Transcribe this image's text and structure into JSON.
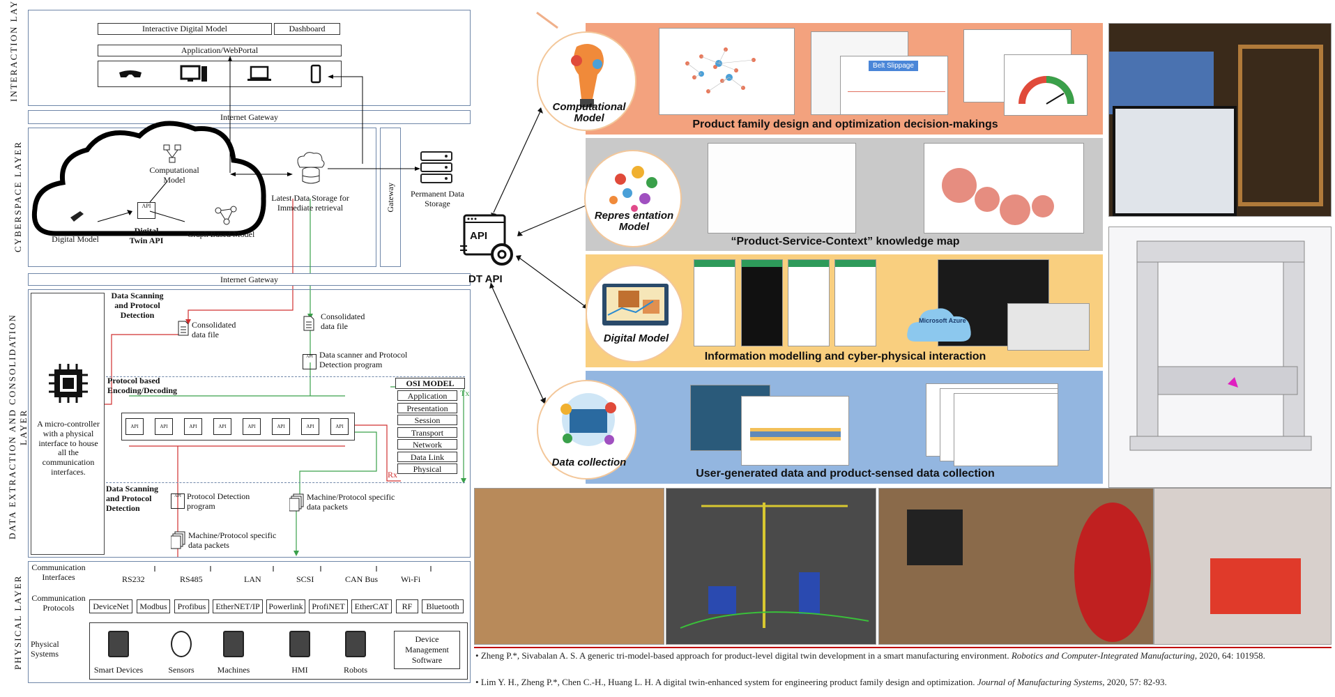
{
  "layers": {
    "interaction": "INTERACTION LAYER",
    "cyberspace": "CYBERSPACE LAYER",
    "data_extraction": "DATA EXTRACTION AND CONSOLIDATION LAYER",
    "physical": "PHYSICAL LAYER"
  },
  "interaction": {
    "model_box": "Interactive Digital Model",
    "dashboard_box": "Dashboard",
    "portal_box": "Application/WebPortal"
  },
  "gateways": {
    "top": "Internet Gateway",
    "bottom": "Internet Gateway",
    "side": "Gateway"
  },
  "cyberspace": {
    "computational_model": "Computational Model",
    "digital_model": "Digital Model",
    "digital_twin_api": "Digital Twin API",
    "graph_model": "Graph Based Model",
    "latest_storage": "Latest Data Storage for Immediate retrieval",
    "permanent_storage": "Permanent Data Storage"
  },
  "extraction": {
    "scan_top_title": "Data Scanning and Protocol Detection",
    "consolidated_1": "Consolidated data file",
    "consolidated_2": "Consolidated data file",
    "scanner_program": "Data scanner and Protocol Detection program",
    "protocol_coding": "Protocol based Encoding/Decoding",
    "microcontroller": "A micro-controller with a physical interface to house all the communication interfaces.",
    "scan_bottom_title": "Data Scanning and Protocol Detection",
    "detection_program": "Protocol Detection program",
    "packets_1": "Machine/Protocol specific data packets",
    "packets_2": "Machine/Protocol specific data packets",
    "tx": "Tx",
    "rx": "Rx",
    "chip_label": "API"
  },
  "osi": {
    "title": "OSI MODEL",
    "layers": [
      "Application",
      "Presentation",
      "Session",
      "Transport",
      "Network",
      "Data Link",
      "Physical"
    ]
  },
  "physical": {
    "comm_interfaces_label": "Communication Interfaces",
    "interfaces": [
      "RS232",
      "RS485",
      "LAN",
      "SCSI",
      "CAN Bus",
      "Wi-Fi"
    ],
    "comm_protocols_label": "Communication Protocols",
    "protocols": [
      "DeviceNet",
      "Modbus",
      "Profibus",
      "EtherNET/IP",
      "Powerlink",
      "ProfiNET",
      "EtherCAT",
      "RF",
      "Bluetooth"
    ],
    "systems_label": "Physical Systems",
    "systems": [
      "Smart Devices",
      "Sensors",
      "Machines",
      "HMI",
      "Robots"
    ],
    "device_mgmt": "Device Management Software"
  },
  "right": {
    "api_center_label": "DT API",
    "api_icon_text": "API",
    "circles": {
      "computational": "Computational Model",
      "representation": "Repres entation Model",
      "digital": "Digital Model",
      "collection": "Data collection"
    },
    "panels": {
      "product_family": "Product family design and optimization decision-makings",
      "knowledge_map": "“Product-Service-Context” knowledge map",
      "info_modelling": "Information modelling and cyber-physical interaction",
      "user_data": "User-generated data and product-sensed data collection"
    },
    "belt_slippage": "Belt Slippage",
    "azure": "Microsoft Azure",
    "colors": {
      "orange_panel": "#f3a27e",
      "gray_panel": "#c9c9c9",
      "yellow_panel": "#f9cf7f",
      "blue_panel": "#93b6e0",
      "red_line": "#c00000"
    }
  },
  "references": {
    "ref1_authors": "Zheng P.*, Sivabalan A. S. A generic tri-model-based approach for product-level digital twin development in a smart manufacturing environment. ",
    "ref1_journal": "Robotics and Computer-Integrated Manufacturing",
    "ref1_tail": ", 2020, 64: 101958.",
    "ref2_authors": "Lim Y. H., Zheng P.*, Chen C.-H., Huang L. H. A digital twin-enhanced system for engineering product family design and optimization. ",
    "ref2_journal": "Journal of Manufacturing Systems",
    "ref2_tail": ", 2020, 57: 82-93."
  }
}
